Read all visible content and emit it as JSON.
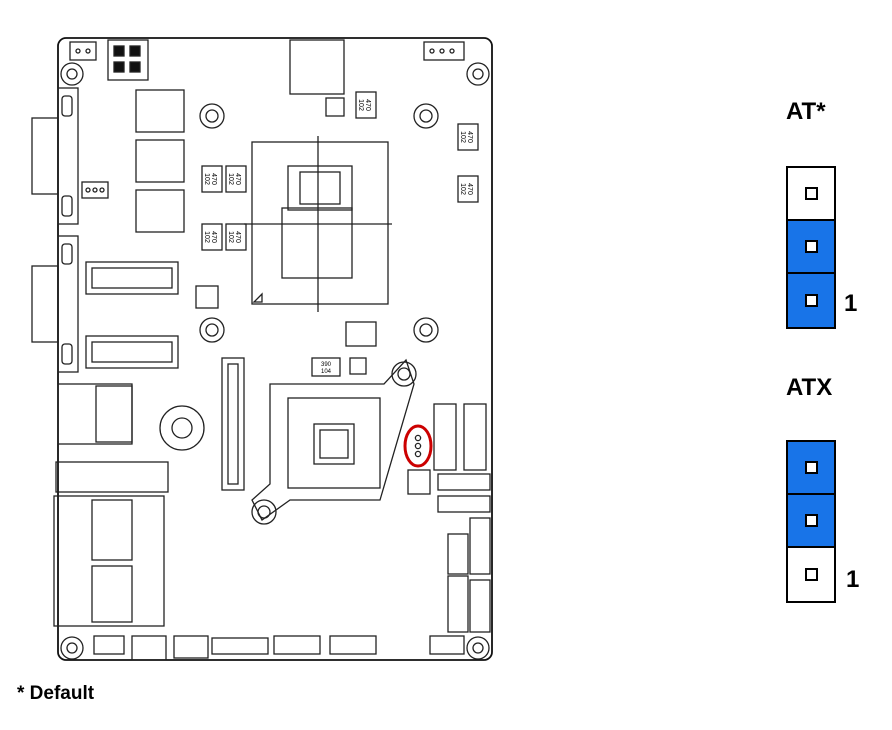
{
  "board_chips": {
    "chip_a": "470\n102",
    "chip_b": "470\n102",
    "chip_c": "470\n102",
    "chip_d": "470\n102",
    "chip_e": "470\n102",
    "chip_f": "470\n102",
    "chip_g": "470\n102",
    "chip_h": "390\n104"
  },
  "jumpers": {
    "at": {
      "label": "AT*",
      "pin1_label": "1",
      "pins": [
        {
          "state": "open"
        },
        {
          "state": "closed"
        },
        {
          "state": "closed"
        }
      ]
    },
    "atx": {
      "label": "ATX",
      "pin1_label": "1",
      "pins": [
        {
          "state": "closed"
        },
        {
          "state": "closed"
        },
        {
          "state": "open"
        }
      ]
    }
  },
  "colors": {
    "jumper_closed": "#1874e8",
    "highlight_circle": "#cc0000",
    "outline": "#000000"
  },
  "footnote": "* Default"
}
